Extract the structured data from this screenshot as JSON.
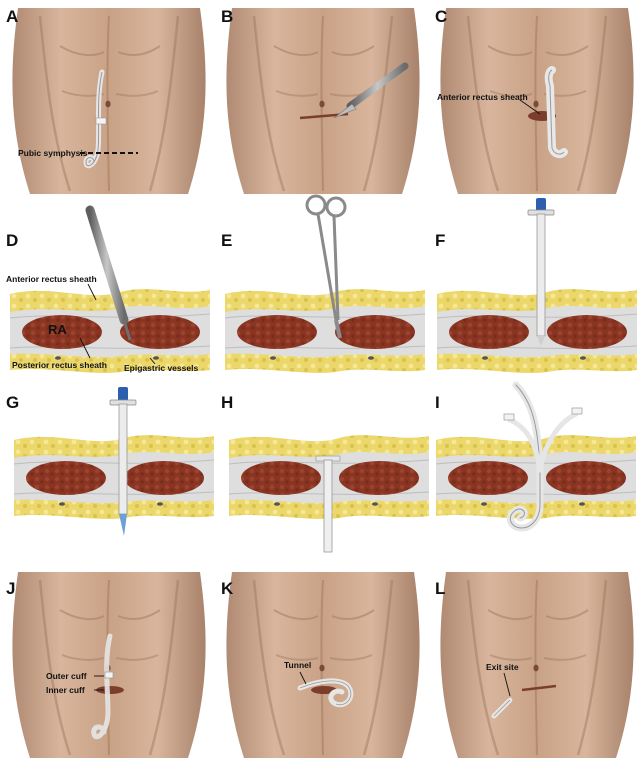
{
  "panels": [
    "A",
    "B",
    "C",
    "D",
    "E",
    "F",
    "G",
    "H",
    "I",
    "J",
    "K",
    "L"
  ],
  "labels": {
    "pubic_symphysis": "Pubic symphysis",
    "anterior_rectus_sheath_c": "Anterior rectus sheath",
    "anterior_rectus_sheath_d": "Anterior rectus sheath",
    "ra": "RA",
    "posterior_rectus_sheath": "Posterior rectus sheath",
    "epigastric_vessels": "Epigastric vessels",
    "outer_cuff": "Outer cuff",
    "inner_cuff": "Inner cuff",
    "tunnel": "Tunnel",
    "exit_site": "Exit site"
  },
  "colors": {
    "skin": "#d6b29a",
    "skin_shadow": "#b38b70",
    "fat": "#ecd76a",
    "fascia": "#dcdcdc",
    "muscle": "#8a3522",
    "catheter": "#e8e8e8",
    "instrument": "#8e8e8e",
    "trocar_cap": "#2c5fb0"
  }
}
